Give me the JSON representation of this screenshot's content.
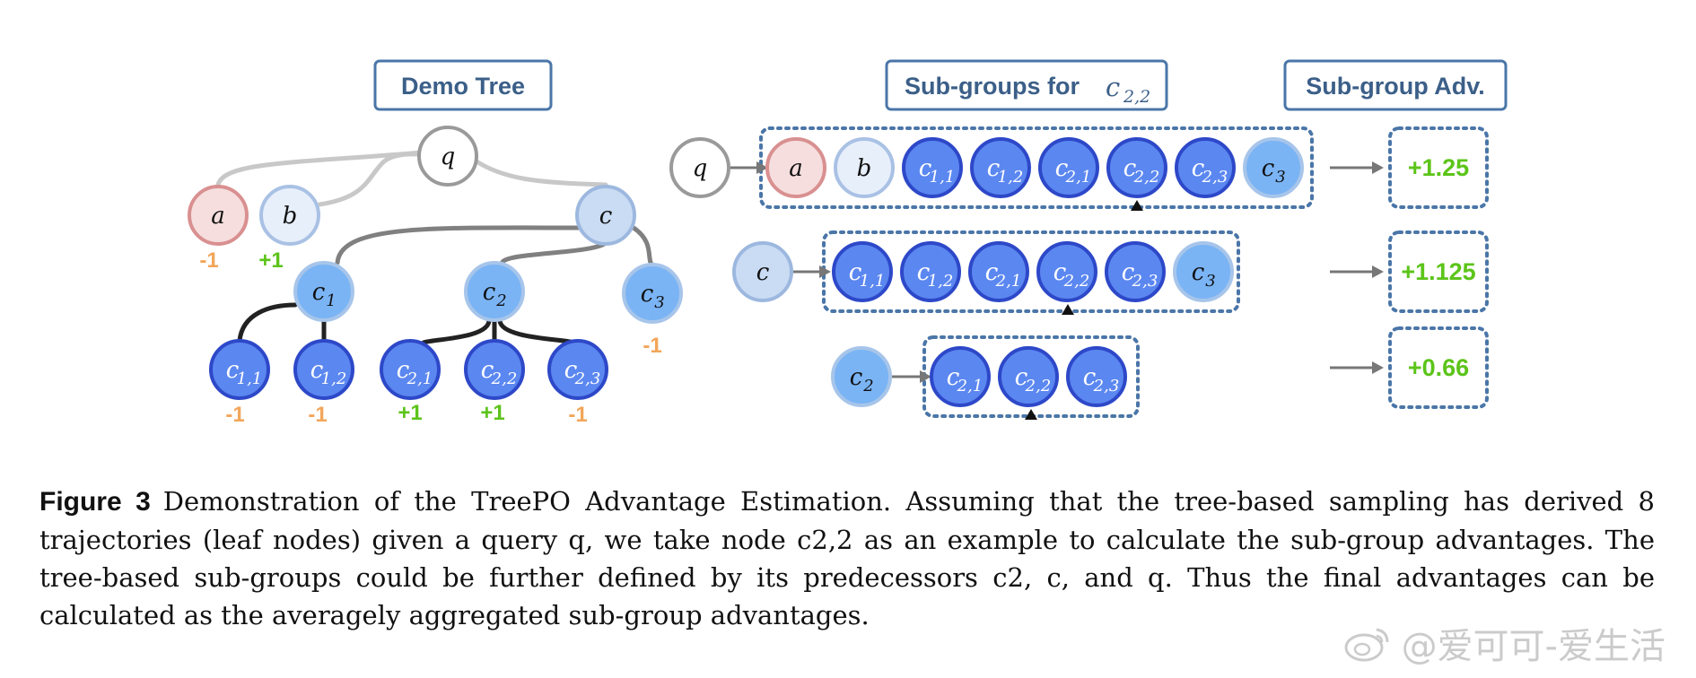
{
  "headers": {
    "demo_tree": "Demo Tree",
    "subgroups_prefix": "Sub-groups for",
    "subgroups_sym": "c",
    "subgroups_sub": "2,2",
    "subgroup_adv": "Sub-group Adv."
  },
  "tree": {
    "nodes": {
      "q": {
        "label": "q",
        "sub": ""
      },
      "a": {
        "label": "a",
        "sub": ""
      },
      "b": {
        "label": "b",
        "sub": ""
      },
      "c": {
        "label": "c",
        "sub": ""
      },
      "c1": {
        "label": "c",
        "sub": "1"
      },
      "c2": {
        "label": "c",
        "sub": "2"
      },
      "c3": {
        "label": "c",
        "sub": "3"
      },
      "c11": {
        "label": "c",
        "sub": "1,1"
      },
      "c12": {
        "label": "c",
        "sub": "1,2"
      },
      "c21": {
        "label": "c",
        "sub": "2,1"
      },
      "c22": {
        "label": "c",
        "sub": "2,2"
      },
      "c23": {
        "label": "c",
        "sub": "2,3"
      }
    },
    "rewards": {
      "a": "-1",
      "b": "+1",
      "c3": "-1",
      "c11": "-1",
      "c12": "-1",
      "c21": "+1",
      "c22": "+1",
      "c23": "-1"
    }
  },
  "subgroups": [
    {
      "root": {
        "label": "q",
        "sub": ""
      },
      "members": [
        {
          "label": "a",
          "sub": ""
        },
        {
          "label": "b",
          "sub": ""
        },
        {
          "label": "c",
          "sub": "1,1"
        },
        {
          "label": "c",
          "sub": "1,2"
        },
        {
          "label": "c",
          "sub": "2,1"
        },
        {
          "label": "c",
          "sub": "2,2"
        },
        {
          "label": "c",
          "sub": "2,3"
        },
        {
          "label": "c",
          "sub": "3"
        }
      ],
      "advantage": "+1.25"
    },
    {
      "root": {
        "label": "c",
        "sub": ""
      },
      "members": [
        {
          "label": "c",
          "sub": "1,1"
        },
        {
          "label": "c",
          "sub": "1,2"
        },
        {
          "label": "c",
          "sub": "2,1"
        },
        {
          "label": "c",
          "sub": "2,2"
        },
        {
          "label": "c",
          "sub": "2,3"
        },
        {
          "label": "c",
          "sub": "3"
        }
      ],
      "advantage": "+1.125"
    },
    {
      "root": {
        "label": "c",
        "sub": "2"
      },
      "members": [
        {
          "label": "c",
          "sub": "2,1"
        },
        {
          "label": "c",
          "sub": "2,2"
        },
        {
          "label": "c",
          "sub": "2,3"
        }
      ],
      "advantage": "+0.66"
    }
  ],
  "colors": {
    "header_border": "#4a76a8",
    "header_text": "#3b5f88",
    "positive": "#5cc41a",
    "negative": "#f2a65a",
    "leaf_fill": "#5b87f0",
    "leaf_stroke": "#2d48c8",
    "mid_fill": "#7ab4f5",
    "light_fill": "#c9dcf4",
    "a_fill": "#f6dede",
    "a_stroke": "#d99090",
    "b_fill": "#e7effb"
  },
  "caption": {
    "label": "Figure 3",
    "line1": "Demonstration of the TreePO Advantage Estimation. Assuming that the tree-based sampling has derived 8 trajectories (leaf nodes) given a query q, we take node c2,2 as an example to calculate the sub-group advantages. The tree-based sub-groups could be further defined by its predecessors c2, c, and q. Thus the final advantages can be calculated as the averagely aggregated sub-group advantages."
  },
  "watermark": "@爱可可-爱生活"
}
